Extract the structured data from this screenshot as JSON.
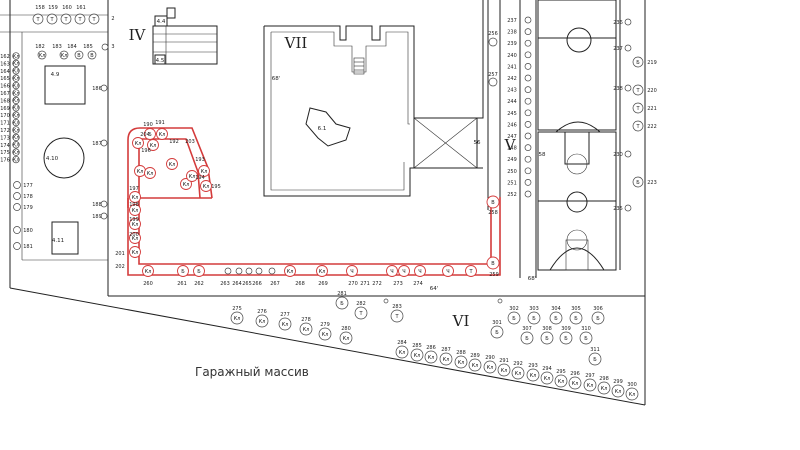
{
  "zones": {
    "iv": "IV",
    "vii": "VII",
    "v": "V",
    "vi": "VI"
  },
  "labels": {
    "garage": "Гаражный массив",
    "block_4_9": "4.9",
    "block_4_10": "4.10",
    "block_4_11": "4.11",
    "block_4_4": "4.4",
    "block_4_5": "4.5",
    "block_6_1": "6.1",
    "block_68_a": "68'",
    "block_68_b": "68'",
    "block_56": "56",
    "block_58": "58",
    "block_64": "64'"
  },
  "left_column": {
    "top_numbers": [
      "162",
      "163",
      "164",
      "165",
      "166",
      "167",
      "168",
      "169",
      "170",
      "171",
      "172",
      "173",
      "174",
      "175",
      "176"
    ],
    "lower_numbers": [
      "177",
      "178",
      "179",
      "180",
      "181"
    ],
    "top_row": [
      "158",
      "159",
      "160",
      "161"
    ],
    "top_right": [
      "2",
      "3"
    ]
  },
  "trees": {
    "sym": [
      "Кл",
      "Кл",
      "Кл",
      "Кл",
      "Кл",
      "Кл",
      "Кл",
      "Кл",
      "Кл",
      "Кл",
      "Кл",
      "Кл",
      "Кл",
      "Кл",
      "Кл",
      "Кл",
      "Кл",
      "Кл",
      "Кл",
      "Кл",
      "Кл",
      "Кл",
      "Кл",
      "Кл",
      "Кл",
      "Кл",
      "Кл",
      "Кл",
      "Кл",
      "Кл",
      "Кл",
      "Кл",
      "Кл",
      "Кл",
      "Кл",
      "Кл",
      "Кл",
      "Кл",
      "Кл",
      "Кл",
      "Кл",
      "Кл",
      "Кл",
      "Кл",
      "Кл",
      "Кл",
      "Кл",
      "Кл",
      "Кл",
      "Кл",
      "Кл",
      "Кл",
      "Кл",
      "Кл",
      "Кл",
      "Кл",
      "Кл",
      "Кл",
      "Кл",
      "Кл",
      "Кл",
      "Кл",
      "Кл",
      "Кл",
      "Кл",
      "Кл",
      "Кл",
      "Кл",
      "Кл",
      "Кл",
      "Кл",
      "Кл",
      "Кл",
      "Кл",
      "Кл",
      "Кл",
      "Кл",
      "Кл",
      "Кл",
      "Кл",
      "Кл",
      "Кл",
      "Кл",
      "Кл",
      "Кл",
      "Кл",
      "Кл",
      "Кл",
      "Кл",
      "Кл",
      "Кл",
      "Кл",
      "Кл"
    ],
    "b": "Б",
    "t": "Т",
    "v": "В",
    "ch": "Ч",
    "kl": "Кл",
    "ya": "Я"
  },
  "numbers_upper_row": [
    "182",
    "183",
    "184",
    "185"
  ],
  "numbers_mid": [
    "186",
    "187",
    "188",
    "189",
    "190",
    "191",
    "192",
    "193",
    "194",
    "195",
    "196",
    "197",
    "198",
    "199",
    "200",
    "201",
    "202",
    "203",
    "204"
  ],
  "numbers_bottom_row": [
    "260",
    "261",
    "262",
    "263",
    "264",
    "265",
    "266",
    "267",
    "268",
    "269",
    "270",
    "271",
    "272",
    "273",
    "274"
  ],
  "numbers_right_col": [
    "237",
    "238",
    "239",
    "240",
    "241",
    "242",
    "243",
    "244",
    "245",
    "246",
    "247",
    "248",
    "249",
    "250",
    "251",
    "252"
  ],
  "numbers_right_far": [
    "236",
    "237",
    "238",
    "219",
    "220",
    "221",
    "222",
    "223",
    "230",
    "235"
  ],
  "numbers_vi": [
    "275",
    "276",
    "277",
    "278",
    "279",
    "280",
    "281",
    "282",
    "283",
    "284",
    "285",
    "286",
    "287",
    "288",
    "289",
    "290",
    "291",
    "292",
    "293",
    "294",
    "295",
    "296",
    "297",
    "298",
    "299",
    "300",
    "301",
    "302",
    "303",
    "304",
    "305",
    "306",
    "307",
    "308",
    "309",
    "310",
    "311"
  ],
  "numbers_building_side": [
    "256",
    "257",
    "258",
    "259"
  ]
}
